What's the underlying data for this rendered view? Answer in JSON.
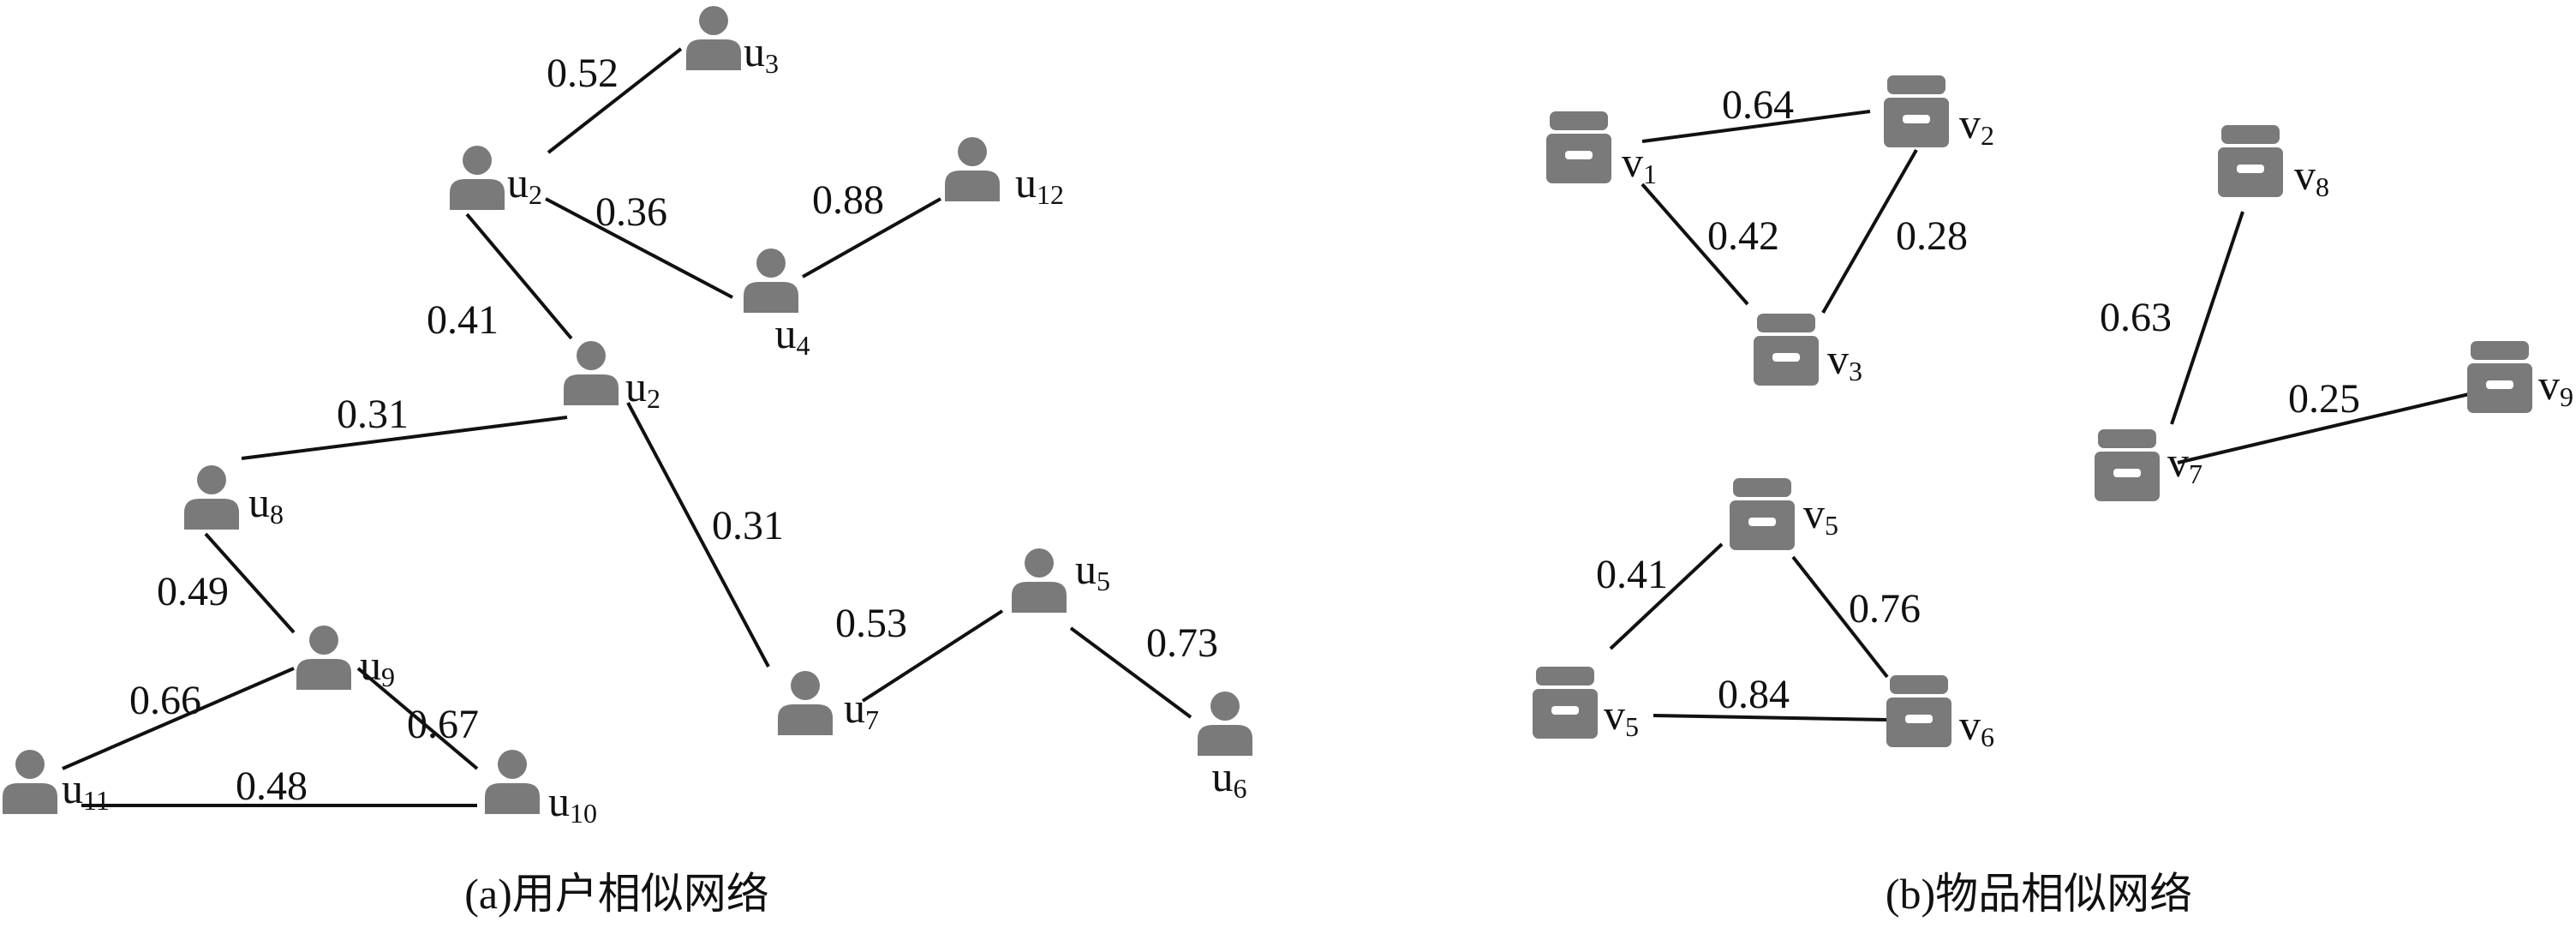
{
  "user_network": {
    "caption": "(a)用户相似网络",
    "nodes": [
      {
        "id": "n1",
        "base": "u",
        "sub": "3"
      },
      {
        "id": "n2",
        "base": "u",
        "sub": "2"
      },
      {
        "id": "n3",
        "base": "u",
        "sub": "12"
      },
      {
        "id": "n4",
        "base": "u",
        "sub": "4"
      },
      {
        "id": "n5",
        "base": "u",
        "sub": "2"
      },
      {
        "id": "n6",
        "base": "u",
        "sub": "8"
      },
      {
        "id": "n7",
        "base": "u",
        "sub": "9"
      },
      {
        "id": "n8",
        "base": "u",
        "sub": "11"
      },
      {
        "id": "n9",
        "base": "u",
        "sub": "10"
      },
      {
        "id": "n10",
        "base": "u",
        "sub": "7"
      },
      {
        "id": "n11",
        "base": "u",
        "sub": "5"
      },
      {
        "id": "n12",
        "base": "u",
        "sub": "6"
      }
    ],
    "edges": [
      {
        "from": "n2",
        "to": "n1",
        "weight": "0.52"
      },
      {
        "from": "n2",
        "to": "n4",
        "weight": "0.36"
      },
      {
        "from": "n4",
        "to": "n3",
        "weight": "0.88"
      },
      {
        "from": "n2",
        "to": "n5",
        "weight": "0.41"
      },
      {
        "from": "n5",
        "to": "n6",
        "weight": "0.31"
      },
      {
        "from": "n5",
        "to": "n10",
        "weight": "0.31"
      },
      {
        "from": "n6",
        "to": "n7",
        "weight": "0.49"
      },
      {
        "from": "n7",
        "to": "n8",
        "weight": "0.66"
      },
      {
        "from": "n7",
        "to": "n9",
        "weight": "0.67"
      },
      {
        "from": "n8",
        "to": "n9",
        "weight": "0.48"
      },
      {
        "from": "n10",
        "to": "n11",
        "weight": "0.53"
      },
      {
        "from": "n11",
        "to": "n12",
        "weight": "0.73"
      }
    ]
  },
  "item_network": {
    "caption": "(b)物品相似网络",
    "nodes": [
      {
        "id": "m1",
        "base": "v",
        "sub": "1"
      },
      {
        "id": "m2",
        "base": "v",
        "sub": "2"
      },
      {
        "id": "m3",
        "base": "v",
        "sub": "3"
      },
      {
        "id": "m4",
        "base": "v",
        "sub": "8"
      },
      {
        "id": "m5",
        "base": "v",
        "sub": "9"
      },
      {
        "id": "m6",
        "base": "v",
        "sub": "7"
      },
      {
        "id": "m7",
        "base": "v",
        "sub": "5"
      },
      {
        "id": "m8",
        "base": "v",
        "sub": "5"
      },
      {
        "id": "m9",
        "base": "v",
        "sub": "6"
      }
    ],
    "edges": [
      {
        "from": "m1",
        "to": "m2",
        "weight": "0.64"
      },
      {
        "from": "m1",
        "to": "m3",
        "weight": "0.42"
      },
      {
        "from": "m2",
        "to": "m3",
        "weight": "0.28"
      },
      {
        "from": "m4",
        "to": "m6",
        "weight": "0.63"
      },
      {
        "from": "m6",
        "to": "m5",
        "weight": "0.25"
      },
      {
        "from": "m7",
        "to": "m8",
        "weight": "0.41"
      },
      {
        "from": "m7",
        "to": "m9",
        "weight": "0.76"
      },
      {
        "from": "m8",
        "to": "m9",
        "weight": "0.84"
      }
    ]
  },
  "colors": {
    "icon": "#7a7a7a",
    "line": "#111111"
  },
  "icons": {
    "user": "user-icon",
    "item": "archive-box-icon"
  }
}
